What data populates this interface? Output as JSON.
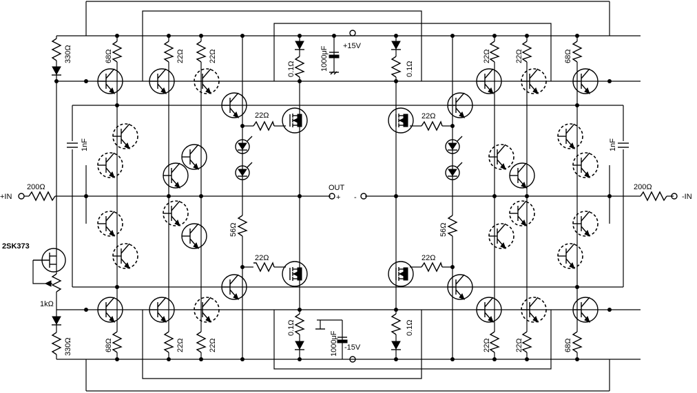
{
  "labels": {
    "vplus": "+15V",
    "vminus": "-15V",
    "cap_top": "1000μF",
    "cap_bottom": "1000μF",
    "out": "OUT",
    "out_plus": "+",
    "out_minus": "-",
    "in_plus": "+IN",
    "in_minus": "-IN",
    "r_in_left": "200Ω",
    "r_in_right": "200Ω",
    "c_left": "1nF",
    "c_right": "1nF",
    "jfet": "2SK373",
    "pot": "1kΩ",
    "r330_top_left": "330Ω",
    "r330_bot_left": "330Ω",
    "r68_tl": "68Ω",
    "r68_bl": "68Ω",
    "r68_tr": "68Ω",
    "r68_br": "68Ω",
    "r22_tl1": "22Ω",
    "r22_tl2": "22Ω",
    "r22_bl1": "22Ω",
    "r22_bl2": "22Ω",
    "r22_tr1": "22Ω",
    "r22_tr2": "22Ω",
    "r22_br1": "22Ω",
    "r22_br2": "22Ω",
    "r22_gate_tl": "22Ω",
    "r22_gate_bl": "22Ω",
    "r22_gate_tr": "22Ω",
    "r22_gate_br": "22Ω",
    "r01_tl": "0.1Ω",
    "r01_tr": "0.1Ω",
    "r01_bl": "0.1Ω",
    "r01_br": "0.1Ω",
    "r56_left": "56Ω",
    "r56_right": "56Ω"
  }
}
